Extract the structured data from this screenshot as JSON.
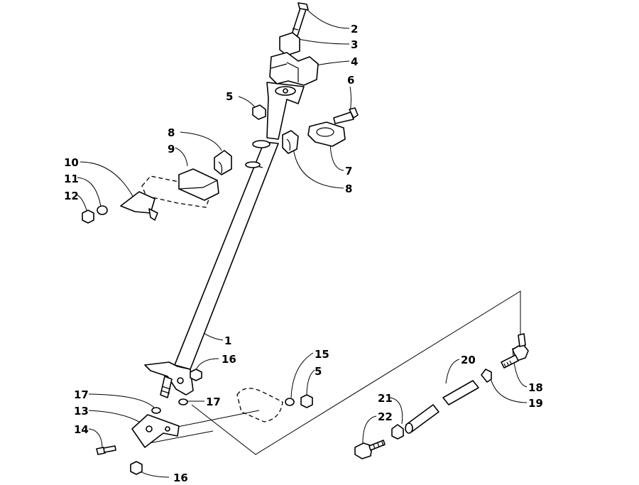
{
  "diagram": {
    "callouts": [
      {
        "id": "c2a",
        "text": "2"
      },
      {
        "id": "c3a",
        "text": "3"
      },
      {
        "id": "c4a",
        "text": "4"
      },
      {
        "id": "c5a",
        "text": "5"
      },
      {
        "id": "c6a",
        "text": "6"
      },
      {
        "id": "c7a",
        "text": "7"
      },
      {
        "id": "c8a",
        "text": "8"
      },
      {
        "id": "c8b",
        "text": "8"
      },
      {
        "id": "c9a",
        "text": "9"
      },
      {
        "id": "c10a",
        "text": "10"
      },
      {
        "id": "c11a",
        "text": "11"
      },
      {
        "id": "c12a",
        "text": "12"
      },
      {
        "id": "c1a",
        "text": "1"
      },
      {
        "id": "c16a",
        "text": "16"
      },
      {
        "id": "c15a",
        "text": "15"
      },
      {
        "id": "c5b",
        "text": "5"
      },
      {
        "id": "c17a",
        "text": "17"
      },
      {
        "id": "c17b",
        "text": "17"
      },
      {
        "id": "c13a",
        "text": "13"
      },
      {
        "id": "c14a",
        "text": "14"
      },
      {
        "id": "c16b",
        "text": "16"
      },
      {
        "id": "c20a",
        "text": "20"
      },
      {
        "id": "c18a",
        "text": "18"
      },
      {
        "id": "c19a",
        "text": "19"
      },
      {
        "id": "c21a",
        "text": "21"
      },
      {
        "id": "c22a",
        "text": "22"
      }
    ]
  }
}
